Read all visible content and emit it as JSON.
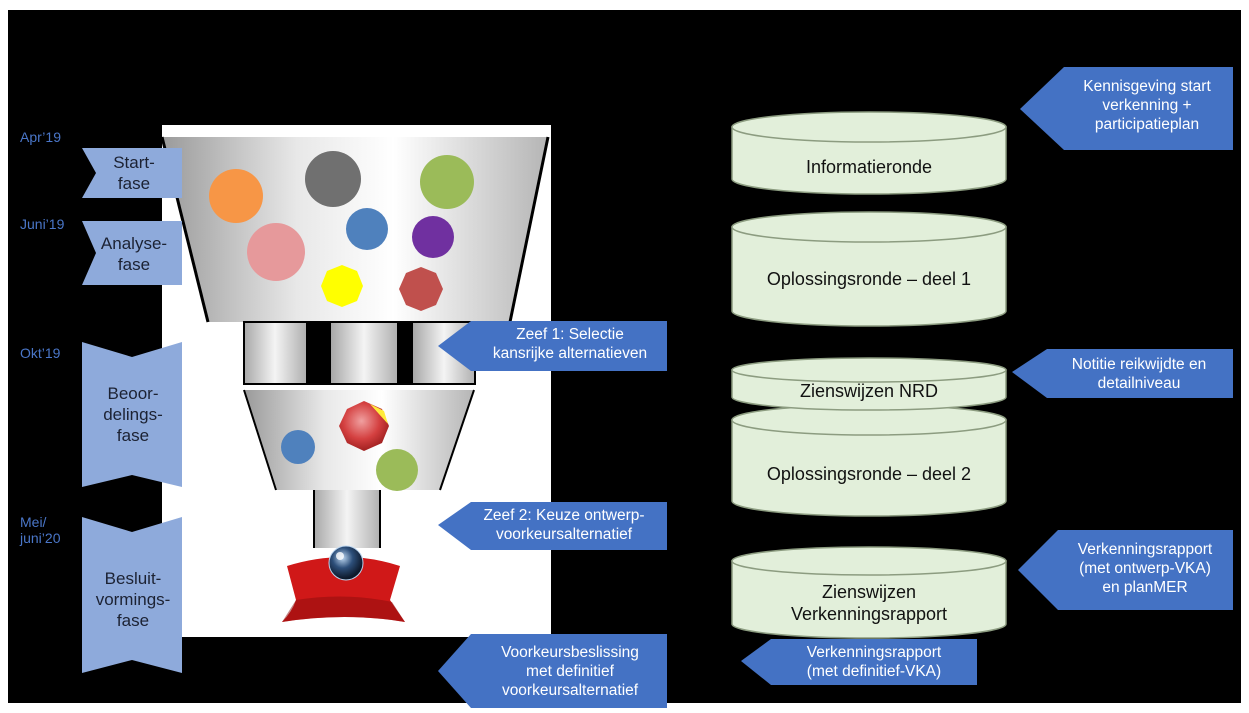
{
  "dates": {
    "apr19": "Apr’19",
    "juni19": "Juni’19",
    "okt19": "Okt’19",
    "mei20_line1": "Mei/",
    "mei20_line2": "juni’20"
  },
  "phases": {
    "start": [
      "Start-",
      "fase"
    ],
    "analyse": [
      "Analyse-",
      "fase"
    ],
    "beoordeling": [
      "Beoor-",
      "delings-",
      "fase"
    ],
    "besluit": [
      "Besluit-",
      "vormings-",
      "fase"
    ]
  },
  "sieves": {
    "zeef1": [
      "Zeef 1: Selectie",
      "kansrijke alternatieven"
    ],
    "zeef2": [
      "Zeef 2: Keuze ontwerp-",
      "voorkeursalternatief"
    ],
    "final": [
      "Voorkeursbeslissing",
      "met definitief",
      "voorkeursalternatief"
    ]
  },
  "rounds": {
    "informatieronde": "Informatieronde",
    "oplossing1": "Oplossingsronde – deel 1",
    "zienswijzen_nrd": "Zienswijzen NRD",
    "oplossing2": "Oplossingsronde – deel 2",
    "zienswijzen_verk": [
      "Zienswijzen",
      "Verkenningsrapport"
    ]
  },
  "documents": {
    "kennisgeving": [
      "Kennisgeving start",
      "verkenning +",
      "participatieplan"
    ],
    "notitie": [
      "Notitie reikwijdte en",
      "detailniveau"
    ],
    "verkenningsrapport_ontwerp": [
      "Verkenningsrapport",
      "(met ontwerp-VKA)",
      "en planMER"
    ],
    "verkenningsrapport_def": [
      "Verkenningsrapport",
      "(met definitief-VKA)"
    ]
  },
  "colors": {
    "background": "#000000",
    "phase_arrow": "#8eaadb",
    "callout": "#4472c4",
    "cylinder_fill": "#e2efda",
    "date_text": "#4a76c8"
  }
}
